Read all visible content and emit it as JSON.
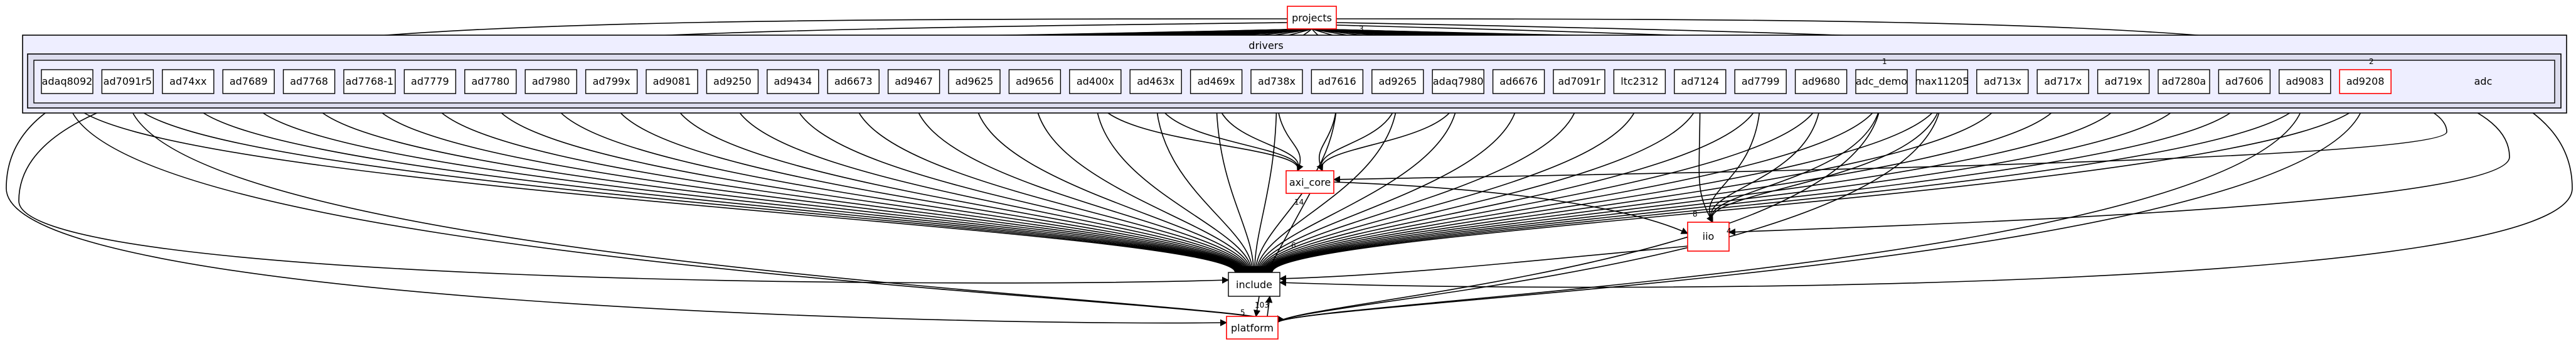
{
  "graph": {
    "clusters": {
      "drivers": "drivers",
      "adc": "adc"
    },
    "adc_nodes": [
      "adaq8092",
      "ad7091r5",
      "ad74xx",
      "ad7689",
      "ad7768",
      "ad7768-1",
      "ad7779",
      "ad7780",
      "ad7980",
      "ad799x",
      "ad9081",
      "ad9250",
      "ad9434",
      "ad6673",
      "ad9467",
      "ad9625",
      "ad9656",
      "ad400x",
      "ad463x",
      "ad469x",
      "ad738x",
      "ad7616",
      "ad9265",
      "adaq7980",
      "ad6676",
      "ad7091r",
      "ltc2312",
      "ad7124",
      "ad7799",
      "ad9680",
      "adc_demo",
      "max11205",
      "ad713x",
      "ad717x",
      "ad719x",
      "ad7280a",
      "ad7606",
      "ad9083",
      "ad9208"
    ],
    "highlighted_nodes": [
      "ad9208"
    ],
    "top_node": "projects",
    "middle_nodes": {
      "axi_core": "axi_core",
      "iio": "iio",
      "include": "include",
      "platform": "platform"
    },
    "edge_counts": [
      "1",
      "2",
      "3",
      "4",
      "5",
      "6",
      "8",
      "14",
      "103"
    ],
    "colors": {
      "cluster_fill": "#eeeeff",
      "inner_cluster_fill": "#ddddee",
      "highlight": "#ff0000",
      "edge": "#000000"
    }
  }
}
